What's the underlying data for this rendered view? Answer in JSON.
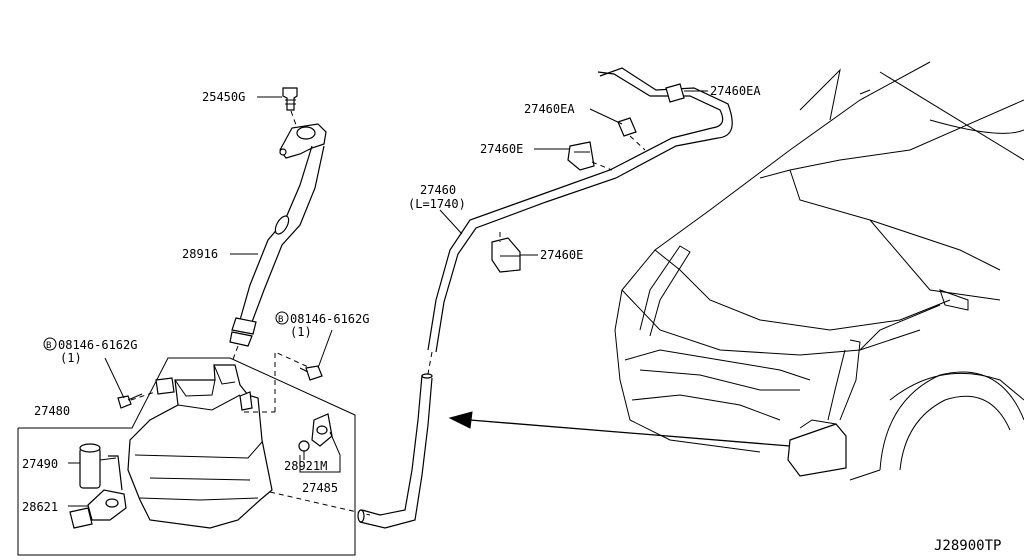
{
  "diagram_id": "J28900TP",
  "parts": {
    "p25450G": "25450G",
    "p28916": "28916",
    "p08146a": "08146-6162G",
    "p08146a_qty": "(1)",
    "p08146b": "08146-6162G",
    "p08146b_qty": "(1)",
    "p27480": "27480",
    "p27490": "27490",
    "p28621": "28621",
    "p28921M": "28921M",
    "p27485": "27485",
    "p27460": "27460",
    "p27460_len": "(L=1740)",
    "p27460EA_a": "27460EA",
    "p27460EA_b": "27460EA",
    "p27460E_a": "27460E",
    "p27460E_b": "27460E",
    "bolt_mark": "B"
  }
}
